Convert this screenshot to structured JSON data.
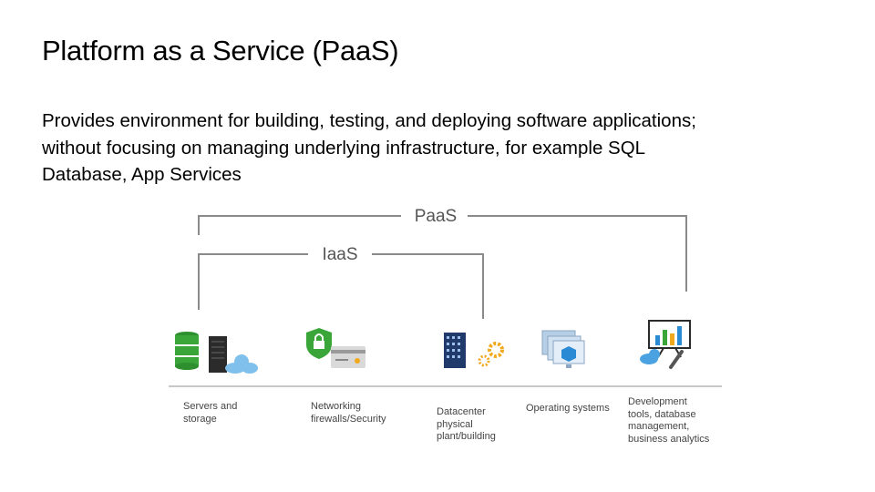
{
  "title": "Platform as a Service (PaaS)",
  "description": [
    "Provides environment for building, testing, and deploying software applications;",
    "without focusing on managing underlying infrastructure, for example SQL",
    "Database, App Services"
  ],
  "diagram": {
    "paas_label": "PaaS",
    "iaas_label": "IaaS",
    "items": [
      {
        "caption": [
          "Servers and",
          "storage"
        ],
        "icon": "server-storage-icon"
      },
      {
        "caption": [
          "Networking",
          "firewalls/Security"
        ],
        "icon": "network-security-icon"
      },
      {
        "caption": [
          "Datacenter",
          "physical",
          "plant/building"
        ],
        "icon": "datacenter-icon"
      },
      {
        "caption": [
          "Operating systems"
        ],
        "icon": "operating-systems-icon"
      },
      {
        "caption": [
          "Development",
          "tools, database",
          "management,",
          "business analytics"
        ],
        "icon": "dev-tools-icon"
      }
    ],
    "colors": {
      "line": "#8a8a8a",
      "green": "#3aa63a",
      "navy": "#1f3a6b",
      "gold": "#f0a81c",
      "blue": "#2a8ad4"
    }
  }
}
